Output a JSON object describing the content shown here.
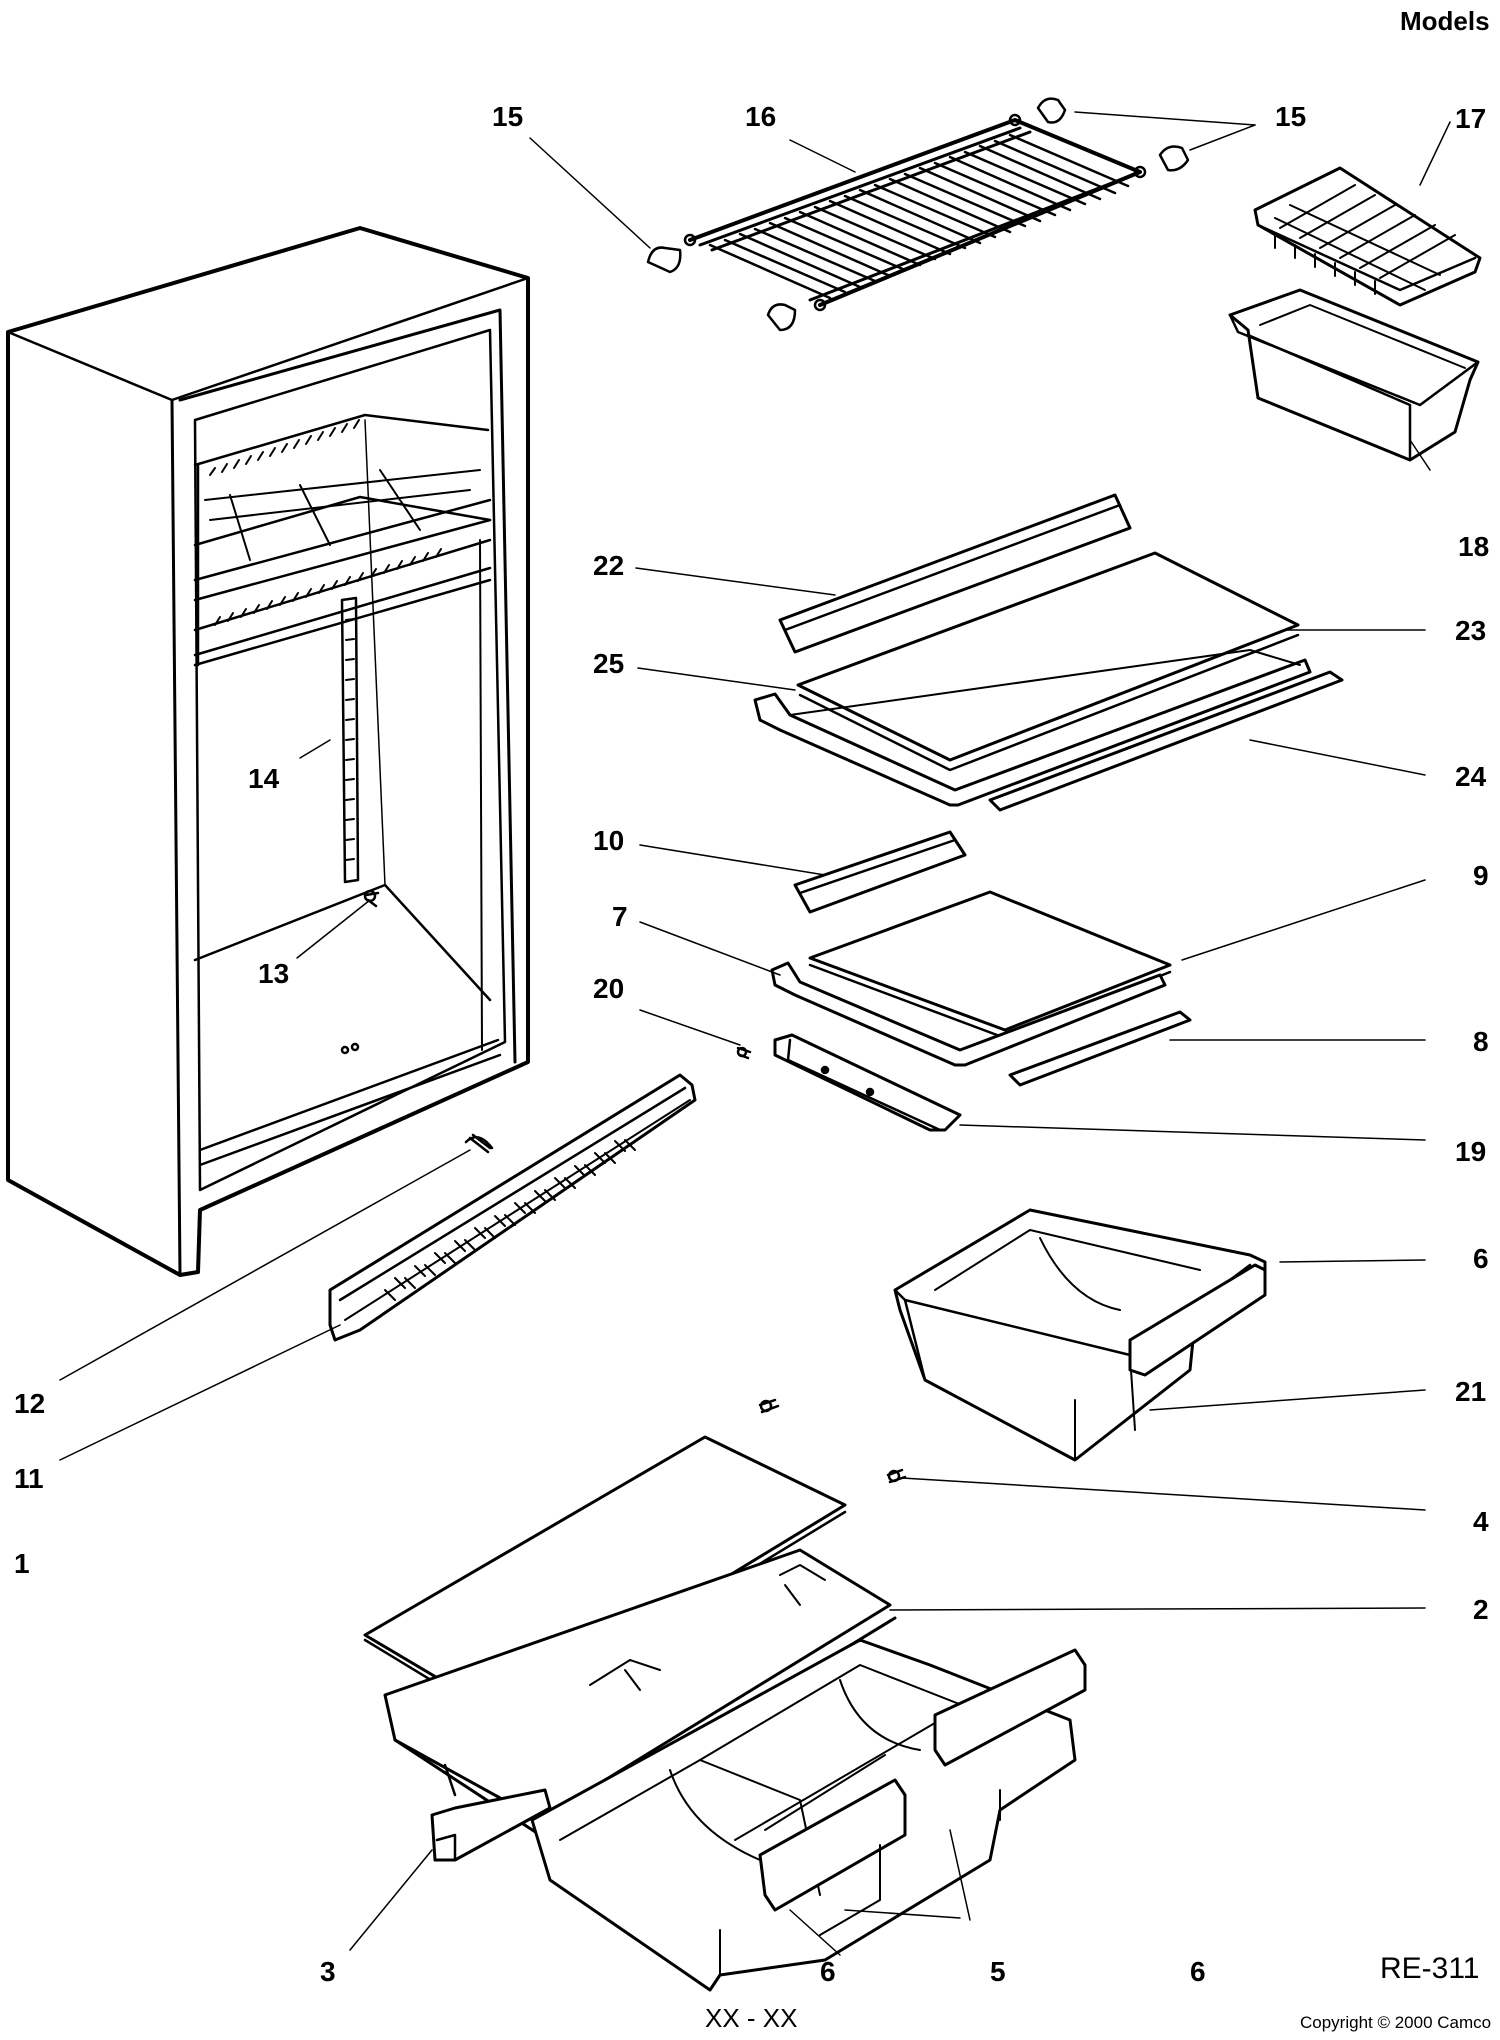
{
  "header": {
    "title": "Models"
  },
  "footer": {
    "code": "XX - XX",
    "ref": "RE-311",
    "copyright": "Copyright © 2000 Camco"
  },
  "labels": {
    "l1": "1",
    "l2": "2",
    "l3": "3",
    "l4": "4",
    "l5": "5",
    "l6a": "6",
    "l6b": "6",
    "l6c": "6",
    "l7": "7",
    "l8": "8",
    "l9": "9",
    "l10": "10",
    "l11": "11",
    "l12": "12",
    "l13": "13",
    "l14": "14",
    "l15a": "15",
    "l15b": "15",
    "l16": "16",
    "l17": "17",
    "l18": "18",
    "l19": "19",
    "l20": "20",
    "l21": "21",
    "l22": "22",
    "l23": "23",
    "l24": "24",
    "l25": "25"
  }
}
